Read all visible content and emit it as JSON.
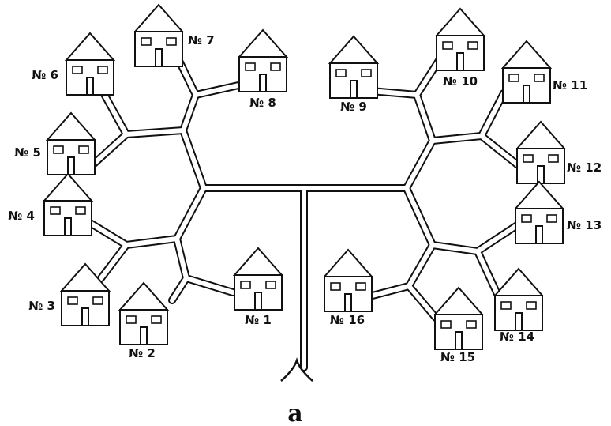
{
  "houses": [
    {
      "id": 1,
      "label": "№ 1"
    },
    {
      "id": 2,
      "label": "№ 2"
    },
    {
      "id": 3,
      "label": "№ 3"
    },
    {
      "id": 4,
      "label": "№ 4"
    },
    {
      "id": 5,
      "label": "№ 5"
    },
    {
      "id": 6,
      "label": "№ 6"
    },
    {
      "id": 7,
      "label": "№ 7"
    },
    {
      "id": 8,
      "label": "№ 8"
    },
    {
      "id": 9,
      "label": "№ 9"
    },
    {
      "id": 10,
      "label": "№ 10"
    },
    {
      "id": 11,
      "label": "№ 11"
    },
    {
      "id": 12,
      "label": "№ 12"
    },
    {
      "id": 13,
      "label": "№ 13"
    },
    {
      "id": 14,
      "label": "№ 14"
    },
    {
      "id": 15,
      "label": "№ 15"
    },
    {
      "id": 16,
      "label": "№ 16"
    }
  ],
  "entrance_label": "a"
}
